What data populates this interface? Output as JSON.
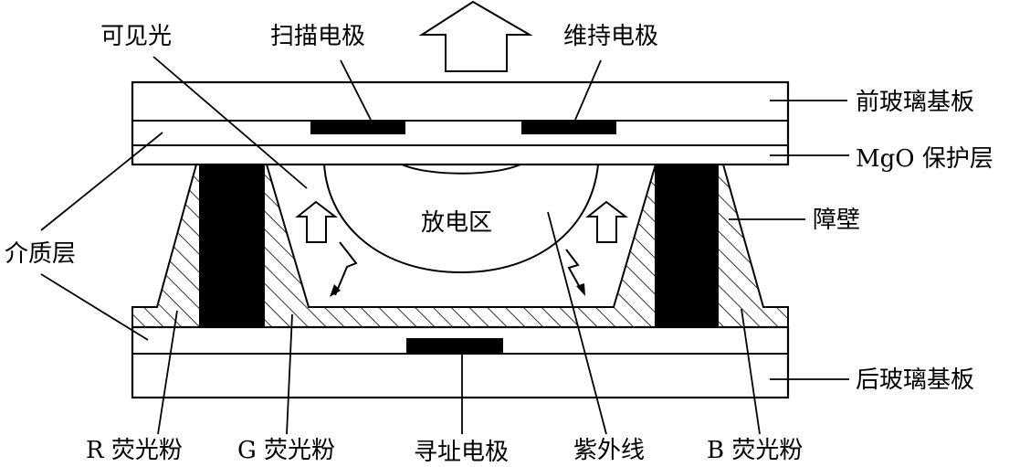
{
  "labels": {
    "visible_light": "可见光",
    "scan_electrode": "扫描电极",
    "sustain_electrode": "维持电极",
    "front_glass": "前玻璃基板",
    "mgo_layer": "MgO 保护层",
    "barrier_rib": "障壁",
    "dielectric_layer": "介质层",
    "discharge_region": "放电区",
    "rear_glass": "后玻璃基板",
    "r_phosphor": "R 荧光粉",
    "g_phosphor": "G 荧光粉",
    "address_electrode": "寻址电极",
    "ultraviolet": "紫外线",
    "b_phosphor": "B 荧光粉"
  },
  "colors": {
    "line": "#000000",
    "fill": "#ffffff"
  }
}
